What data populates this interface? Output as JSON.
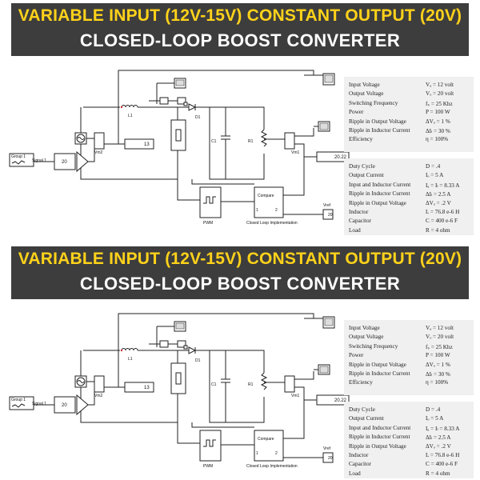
{
  "panels": [
    {
      "title_line1": "VARIABLE INPUT (12V-15V) CONSTANT OUTPUT (20V)",
      "title_line2": "CLOSED-LOOP BOOST CONVERTER",
      "diagram": {
        "blocks": {
          "signal_builder": "Group 1",
          "signal_label": "Signal 1",
          "gain": "20",
          "inductor": "L1",
          "diode": "D1",
          "capacitor": "C1",
          "resistor": "R1",
          "vm_in": "Vm2",
          "vm_out": "Vm1",
          "display_in": "13",
          "display_out": "20.22",
          "pwm": "PWM",
          "compare": "Compare",
          "closed_loop": "Closed Loop Implementation",
          "vref_label": "Vref",
          "vref_value": "20",
          "compare_in1": "1",
          "compare_in2": "2"
        }
      },
      "parameters_top": [
        {
          "label": "Input Voltage",
          "value": "Vₐ = 12 volt"
        },
        {
          "label": "Output Voltage",
          "value": "Vₒ = 20 volt"
        },
        {
          "label": "Switching Frequency",
          "value": "fₛ = 25 Khz"
        },
        {
          "label": "Power",
          "value": "P = 100 W"
        },
        {
          "label": "Ripple in Output Voltage",
          "value": "ΔVₒ = 1 %"
        },
        {
          "label": "Ripple in Inductor Current",
          "value": "ΔIₗ = 30 %"
        },
        {
          "label": "Efficiency",
          "value": "η = 100%"
        }
      ],
      "parameters_bottom": [
        {
          "label": "Duty Cycle",
          "value": "D = .4"
        },
        {
          "label": "Output Current",
          "value": "Iₒ = 5 A"
        },
        {
          "label": "Input and Inductor Current",
          "value": "Iₐ = Iₗ = 8.33 A"
        },
        {
          "label": "Ripple in Inductor Current",
          "value": "ΔIₗ = 2.5 A"
        },
        {
          "label": "Ripple in Output Voltage",
          "value": "ΔVₒ = .2 V"
        },
        {
          "label": "Inductor",
          "value": "L = 76.8 e-6 H"
        },
        {
          "label": "Capacitor",
          "value": "C = 400 e-6 F"
        },
        {
          "label": "Load",
          "value": "R = 4 ohm"
        }
      ]
    },
    {
      "title_line1": "VARIABLE INPUT (12V-15V) CONSTANT OUTPUT (20V)",
      "title_line2": "CLOSED-LOOP BOOST CONVERTER",
      "diagram": {
        "blocks": {
          "signal_builder": "Group 1",
          "signal_label": "Signal 1",
          "gain": "20",
          "inductor": "L1",
          "diode": "D1",
          "capacitor": "C1",
          "resistor": "R1",
          "vm_in": "Vm2",
          "vm_out": "Vm1",
          "display_in": "13",
          "display_out": "20.22",
          "pwm": "PWM",
          "compare": "Compare",
          "closed_loop": "Closed Loop Implementation",
          "vref_label": "Vref",
          "vref_value": "20",
          "compare_in1": "1",
          "compare_in2": "2"
        }
      },
      "parameters_top": [
        {
          "label": "Input Voltage",
          "value": "Vₐ = 12 volt"
        },
        {
          "label": "Output Voltage",
          "value": "Vₒ = 20 volt"
        },
        {
          "label": "Switching Frequency",
          "value": "fₛ = 25 Khz"
        },
        {
          "label": "Power",
          "value": "P = 100 W"
        },
        {
          "label": "Ripple in Output Voltage",
          "value": "ΔVₒ = 1 %"
        },
        {
          "label": "Ripple in Inductor Current",
          "value": "ΔIₗ = 30 %"
        },
        {
          "label": "Efficiency",
          "value": "η = 100%"
        }
      ],
      "parameters_bottom": [
        {
          "label": "Duty Cycle",
          "value": "D = .4"
        },
        {
          "label": "Output Current",
          "value": "Iₒ = 5 A"
        },
        {
          "label": "Input and Inductor Current",
          "value": "Iₐ = Iₗ = 8.33 A"
        },
        {
          "label": "Ripple in Inductor Current",
          "value": "ΔIₗ = 2.5 A"
        },
        {
          "label": "Ripple in Output Voltage",
          "value": "ΔVₒ = .2 V"
        },
        {
          "label": "Inductor",
          "value": "L = 76.8 e-6 H"
        },
        {
          "label": "Capacitor",
          "value": "C = 400 e-6 F"
        },
        {
          "label": "Load",
          "value": "R = 4 ohm"
        }
      ]
    }
  ]
}
